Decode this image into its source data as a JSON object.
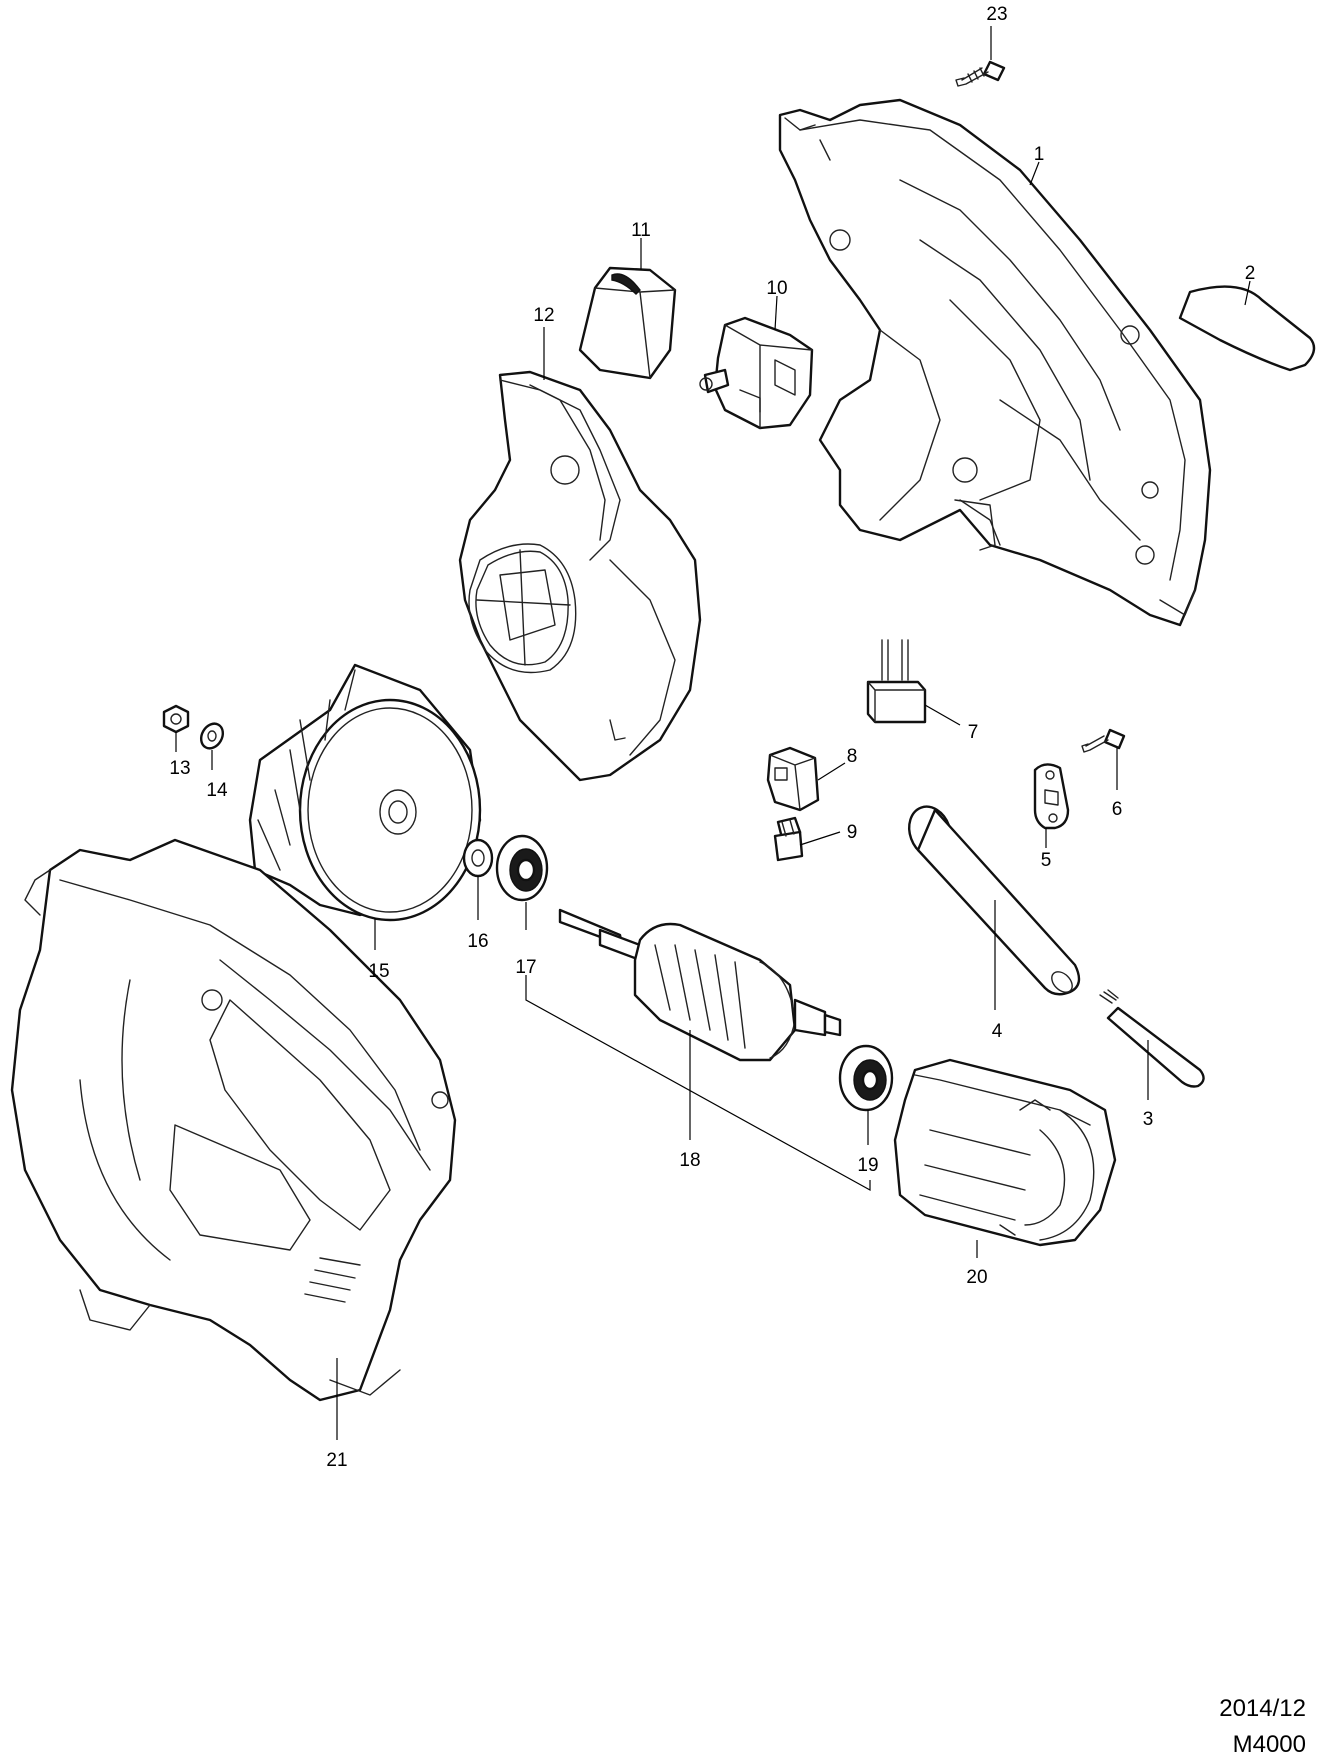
{
  "footer": {
    "date": "2014/12",
    "model": "M4000"
  },
  "parts": {
    "p1": "1",
    "p2": "2",
    "p3": "3",
    "p4": "4",
    "p5": "5",
    "p6": "6",
    "p7": "7",
    "p8": "8",
    "p9": "9",
    "p10": "10",
    "p11": "11",
    "p12": "12",
    "p13": "13",
    "p14": "14",
    "p15": "15",
    "p16": "16",
    "p17": "17",
    "p18": "18",
    "p19": "19",
    "p20": "20",
    "p21": "21",
    "p23": "23"
  }
}
